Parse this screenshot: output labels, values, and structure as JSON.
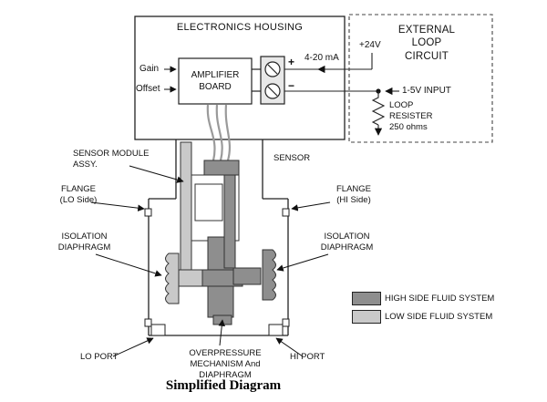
{
  "housing": {
    "title": "ELECTRONICS HOUSING",
    "amplifier_label": "AMPLIFIER\nBOARD",
    "gain_label": "Gain",
    "offset_label": "Offset",
    "terminal_plus": "+",
    "terminal_minus": "−"
  },
  "external_loop": {
    "title": "EXTERNAL\nLOOP\nCIRCUIT",
    "supply_label": "+24V",
    "current_label": "4-20 mA",
    "input_label": "1-5V INPUT",
    "resistor_label": "LOOP\nRESISTER\n250 ohms"
  },
  "labels": {
    "sensor_module": "SENSOR MODULE\nASSY.",
    "sensor": "SENSOR",
    "flange_lo": "FLANGE\n(LO Side)",
    "flange_hi": "FLANGE\n(HI Side)",
    "iso_left": "ISOLATION\nDIAPHRAGM",
    "iso_right": "ISOLATION\nDIAPHRAGM",
    "lo_port": "LO PORT",
    "hi_port": "HI PORT",
    "overpressure": "OVERPRESSURE\nMECHANISM And\nDIAPHRAGM"
  },
  "legend": {
    "items": [
      {
        "label": "HIGH SIDE FLUID SYSTEM",
        "color": "#8e8e8e"
      },
      {
        "label": "LOW SIDE FLUID SYSTEM",
        "color": "#c9c9c9"
      }
    ]
  },
  "caption": "Simplified Diagram",
  "colors": {
    "outline": "#222222"
  }
}
